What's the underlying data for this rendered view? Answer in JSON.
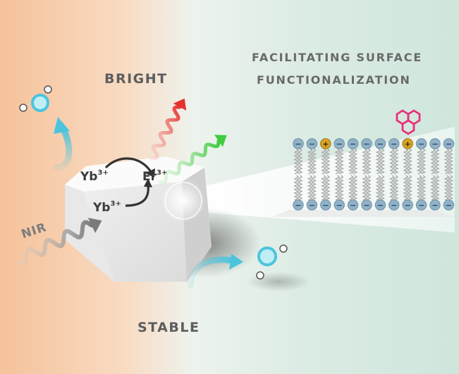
{
  "labels": {
    "bright": "BRIGHT",
    "stable": "STABLE",
    "surface_line1": "FACILITATING SURFACE",
    "surface_line2": "FUNCTIONALIZATION",
    "nir": "NIR"
  },
  "ions": {
    "yb_top": {
      "symbol": "Yb",
      "charge": "3+"
    },
    "yb_bottom": {
      "symbol": "Yb",
      "charge": "3+"
    },
    "er": {
      "symbol": "Er",
      "charge": "3+"
    }
  },
  "membrane": {
    "headgroup_signs": [
      "−",
      "−",
      "+",
      "−",
      "−",
      "−",
      "−",
      "−",
      "+",
      "−",
      "−",
      "−"
    ],
    "bottom_signs": [
      "−",
      "−",
      "−",
      "−",
      "−",
      "−",
      "−",
      "−",
      "−",
      "−",
      "−",
      "−"
    ]
  },
  "colors": {
    "background_warm": "#f6c7a1",
    "background_cool": "#cfe6dc",
    "red_emission": "#e8302f",
    "green_emission": "#3fcc3f",
    "cyan_arrow": "#4cc4dd",
    "molecule_pink": "#e8307a",
    "headgroup_blue": "#8fb2c8",
    "positive_headgroup": "#d9a426"
  }
}
